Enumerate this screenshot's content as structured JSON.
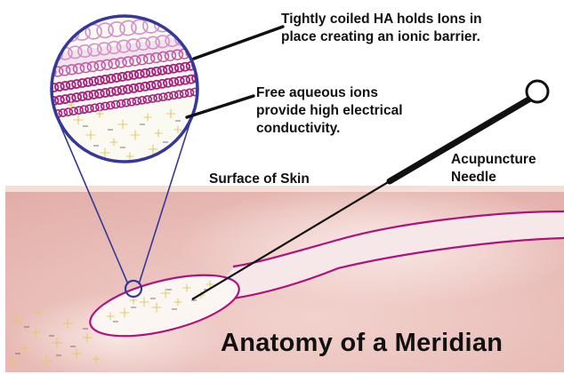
{
  "labels": {
    "ha_barrier": [
      "Tightly coiled HA holds Ions in",
      "place creating an ionic barrier."
    ],
    "free_ions": [
      "Free aqueous ions",
      "provide high electrical",
      "conductivity."
    ],
    "skin_surface": "Surface of Skin",
    "needle": [
      "Acupuncture",
      "Needle"
    ],
    "title": "Anatomy of a Meridian"
  },
  "colors": {
    "skin": "#edc7c2",
    "skin_shade": "#e2aaa6",
    "skin_surface_band": "#f3ddd0",
    "meridian_outline": "#b0127d",
    "meridian_fill": "#f7ecec",
    "magnifier_outline": "#343898",
    "magnifier_fill": "#fbfaf4",
    "coil_light": "#d58fca",
    "coil_mid": "#c15aa8",
    "coil_dark": "#a8207f",
    "ion_sparkle": "#e3c96a",
    "needle": "#111111"
  }
}
